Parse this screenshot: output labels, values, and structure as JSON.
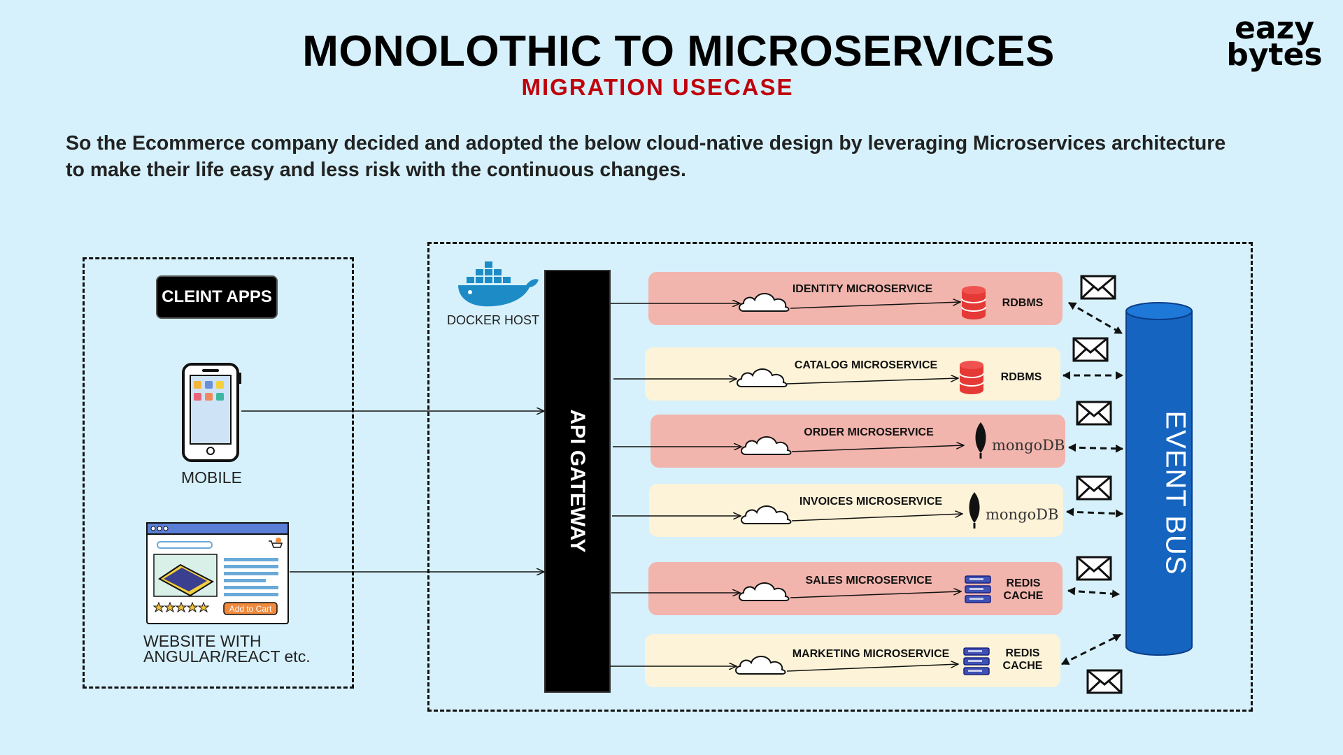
{
  "header": {
    "title": "MONOLOTHIC TO MICROSERVICES",
    "subtitle": "MIGRATION USECASE",
    "logo_line1": "eazy",
    "logo_line2": "bytes"
  },
  "intro": {
    "line1": "So the Ecommerce company decided and adopted the below cloud-native design by leveraging Microservices architecture",
    "line2": "to make their life easy and less risk with the continuous changes."
  },
  "clients": {
    "badge": "CLEINT APPS",
    "mobile_label": "MOBILE",
    "website_line1": "WEBSITE WITH",
    "website_line2": "ANGULAR/REACT etc.",
    "add_to_cart": "Add to Cart"
  },
  "docker": {
    "label": "DOCKER HOST"
  },
  "gateway": {
    "label": "API GATEWAY"
  },
  "event_bus": {
    "label": "EVENT BUS"
  },
  "services": [
    {
      "name": "IDENTITY MICROSERVICE",
      "db": "RDBMS",
      "color": "#f2b5ad"
    },
    {
      "name": "CATALOG MICROSERVICE",
      "db": "RDBMS",
      "color": "#fdf3d8"
    },
    {
      "name": "ORDER MICROSERVICE",
      "db": "mongoDB",
      "color": "#f2b5ad"
    },
    {
      "name": "INVOICES MICROSERVICE",
      "db": "mongoDB",
      "color": "#fdf3d8"
    },
    {
      "name": "SALES MICROSERVICE",
      "db_line1": "REDIS",
      "db_line2": "CACHE",
      "color": "#f2b5ad"
    },
    {
      "name": "MARKETING MICROSERVICE",
      "db_line1": "REDIS",
      "db_line2": "CACHE",
      "color": "#fdf3d8"
    }
  ],
  "colors": {
    "background": "#d6f1fb",
    "subtitle": "#c0000c",
    "event_bus": "#1565c0",
    "rdbms": "#e53935",
    "redis": "#3f51b5"
  }
}
